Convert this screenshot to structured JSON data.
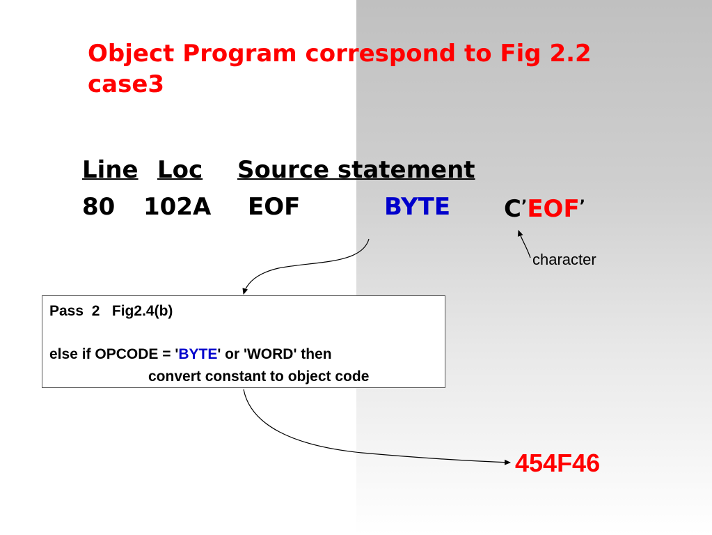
{
  "title": "Object Program correspond to Fig 2.2 case3",
  "header": {
    "line": "Line",
    "loc": "Loc",
    "source": "Source statement"
  },
  "statement": {
    "line": "80",
    "loc": "102A",
    "label": "EOF",
    "opcode": "BYTE",
    "operand_prefix": "C",
    "operand_quote_open": "’",
    "operand_value": "EOF",
    "operand_quote_close": "’"
  },
  "annotation": "character",
  "pass_box": {
    "line1": "Pass  2   Fig2.4(b)",
    "line2_pre": "else if OPCODE = '",
    "line2_byte": "BYTE",
    "line2_post": "' or 'WORD' then",
    "line3": "convert constant to object code"
  },
  "result": "454F46",
  "colors": {
    "title": "#ff0000",
    "keyword": "#0000cc",
    "highlight": "#ff0000",
    "background_gray": "#c0c0c0"
  }
}
